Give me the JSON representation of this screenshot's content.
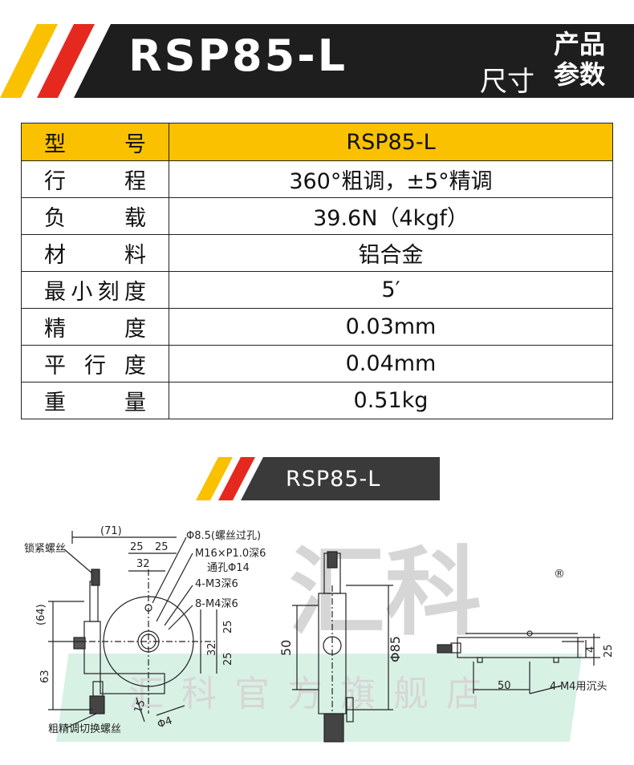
{
  "header": {
    "model": "RSP85-L",
    "subtitle_line1": "产品",
    "subtitle_line2": "参数",
    "subtitle_left": "尺寸"
  },
  "spec_table": [
    {
      "label": "型号",
      "value": "RSP85-L"
    },
    {
      "label": "行程",
      "value": "360°粗调，±5°精调"
    },
    {
      "label": "负载",
      "value": "39.6N（4kgf）"
    },
    {
      "label": "材料",
      "value": "铝合金"
    },
    {
      "label": "最小刻度",
      "value": "5′"
    },
    {
      "label": "精度",
      "value": "0.03mm"
    },
    {
      "label": "平行度",
      "value": "0.04mm"
    },
    {
      "label": "重量",
      "value": "0.51kg"
    }
  ],
  "section": {
    "title": "RSP85-L"
  },
  "drawing": {
    "lock_screw": "锁紧螺丝",
    "switch_screw": "粗精调切换螺丝",
    "dim_71": "(71)",
    "dim_25a": "25",
    "dim_25b": "25",
    "dim_32_top": "32",
    "dim_64": "(64)",
    "dim_63": "63",
    "dim_15": "15",
    "dim_phi4": "Φ4",
    "dim_32_right": "32",
    "dim_25_right": "25",
    "dim_25_right2": "25",
    "note_hole": "Φ8.5(螺丝过孔)",
    "note_m16": "M16×P1.0深6",
    "note_thru": "通孔Φ14",
    "note_m3": "4-M3深6",
    "note_m4": "8-M4深6",
    "dim_50": "50",
    "dim_phi85": "Φ85",
    "dim_4": "4",
    "dim_25_side": "25",
    "dim_50_side": "50",
    "note_m4_sink": "4-M4用沉头",
    "watermark": "汇科官方旗舰店",
    "watermark_brand": "汇科",
    "registered": "®"
  },
  "colors": {
    "accent_yellow": "#f9c100",
    "accent_red": "#e5291f",
    "banner_dark": "#1e1e1e",
    "watermark_green": "#2bb673"
  }
}
